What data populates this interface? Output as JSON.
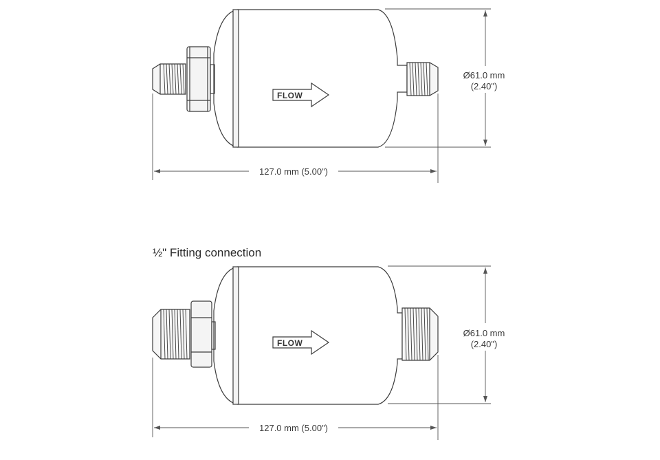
{
  "colors": {
    "line": "#3c3c3c",
    "dim": "#555555",
    "text": "#3a3a3a"
  },
  "drawing_top": {
    "flow_label": "FLOW",
    "diameter_label": "Ø61.0 mm",
    "diameter_imperial": "(2.40\")",
    "length_label": "127.0 mm (5.00\")"
  },
  "drawing_bottom": {
    "title": "½\" Fitting connection",
    "flow_label": "FLOW",
    "diameter_label": "Ø61.0 mm",
    "diameter_imperial": "(2.40\")",
    "length_label": "127.0 mm (5.00\")"
  }
}
